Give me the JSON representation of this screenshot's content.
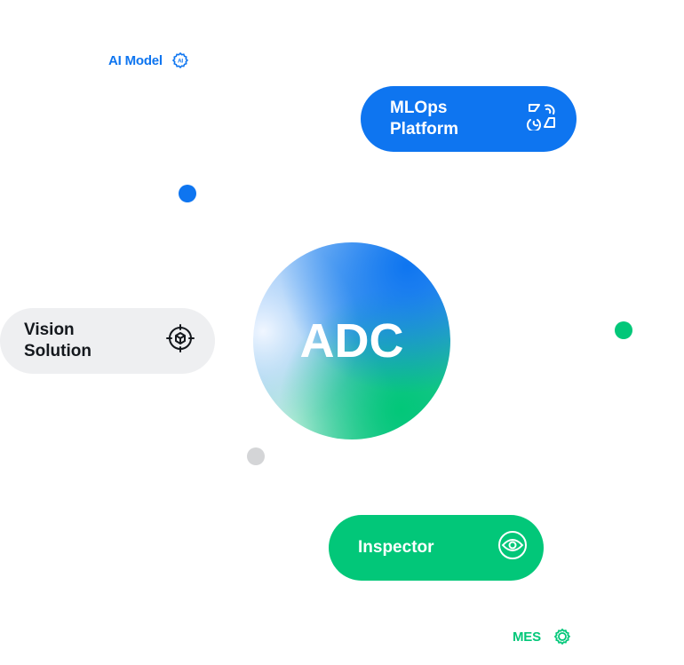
{
  "title": "ADC",
  "nodes": {
    "ai_model": {
      "label": "AI Model",
      "icon": "ai-chip-gear-icon",
      "color": "#0e75f0"
    },
    "mlops": {
      "label": "MLOps\nPlatform",
      "icon": "mlops-shapes-icon",
      "bg": "#0e75f0",
      "text_color": "#ffffff"
    },
    "vision": {
      "label": "Vision\nSolution",
      "icon": "target-cube-icon",
      "bg": "#eeeff1",
      "text_color": "#14181d"
    },
    "inspector": {
      "label": "Inspector",
      "icon": "eye-icon",
      "bg": "#02c779",
      "text_color": "#ffffff"
    },
    "mes": {
      "label": "MES",
      "icon": "gear-icon",
      "color": "#02c779"
    }
  },
  "dots": [
    {
      "name": "blue-dot",
      "color": "#0e75f0"
    },
    {
      "name": "green-dot",
      "color": "#02c779"
    },
    {
      "name": "gray-dot",
      "color": "#d4d5d7"
    }
  ]
}
